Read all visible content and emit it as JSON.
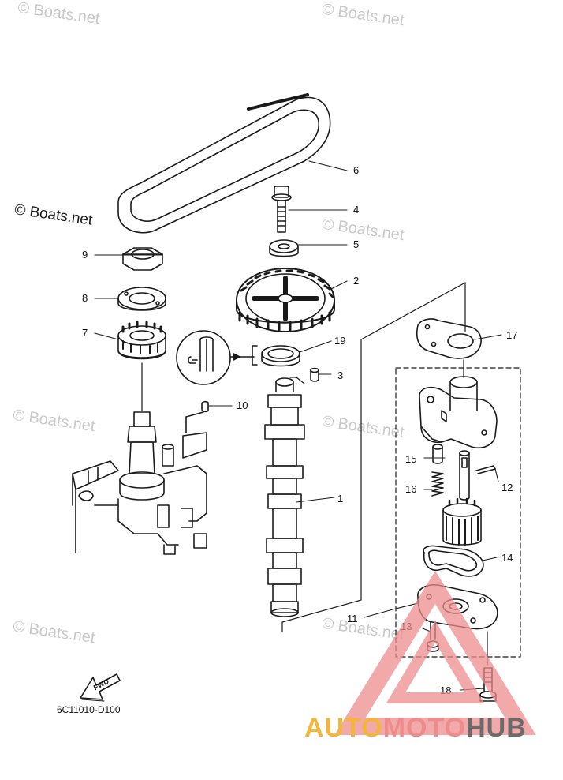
{
  "watermarks": {
    "faint": [
      "© Boats.net",
      "© Boats.net",
      "© Boats.net",
      "© Boats.net",
      "© Boats.net",
      "© Boats.net",
      "© Boats.net"
    ],
    "dark": "© Boats.net"
  },
  "callouts": [
    "1",
    "2",
    "3",
    "4",
    "5",
    "6",
    "7",
    "8",
    "9",
    "10",
    "11",
    "12",
    "13",
    "14",
    "15",
    "16",
    "17",
    "18",
    "19"
  ],
  "fwd_label": "FWD",
  "diagram_code": "6C11010-D100",
  "brand": {
    "part1": "AUTO",
    "part2": "MOTO",
    "part3": "HUB"
  },
  "colors": {
    "line": "#1a1a1a",
    "brand_yellow": "#f3b53a",
    "brand_red": "#ee8c8c",
    "brand_gray": "#6b6b6b",
    "watermark": "#c9c9c9"
  }
}
